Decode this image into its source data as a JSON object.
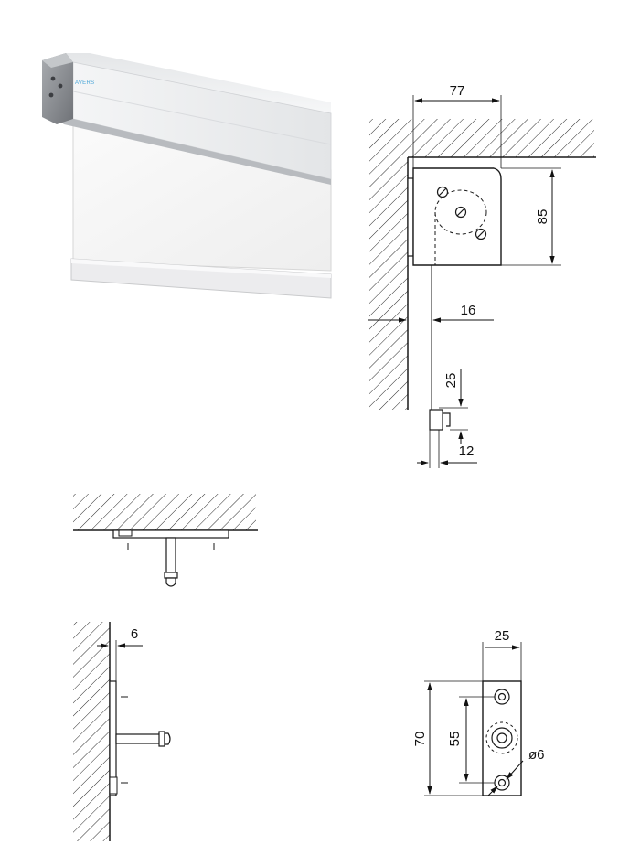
{
  "product": {
    "logo_text": "AVERS",
    "logo_color": "#4aa6d8"
  },
  "colors": {
    "line": "#1a1a1a",
    "hatch": "#2a2a2a",
    "case_light": "#f0f1f2",
    "case_shadow": "#8a8d91",
    "screen_fabric": "#f7f7f7"
  },
  "side_view": {
    "width_label": "77",
    "height_label": "85",
    "wall_offset_label": "16",
    "hook_height_label": "25",
    "hook_width_label": "12"
  },
  "wall_bracket": {
    "offset_label": "6"
  },
  "bracket_plate": {
    "width_label": "25",
    "height_label": "70",
    "hole_spacing_label": "55",
    "hole_diameter_label": "ø6"
  }
}
